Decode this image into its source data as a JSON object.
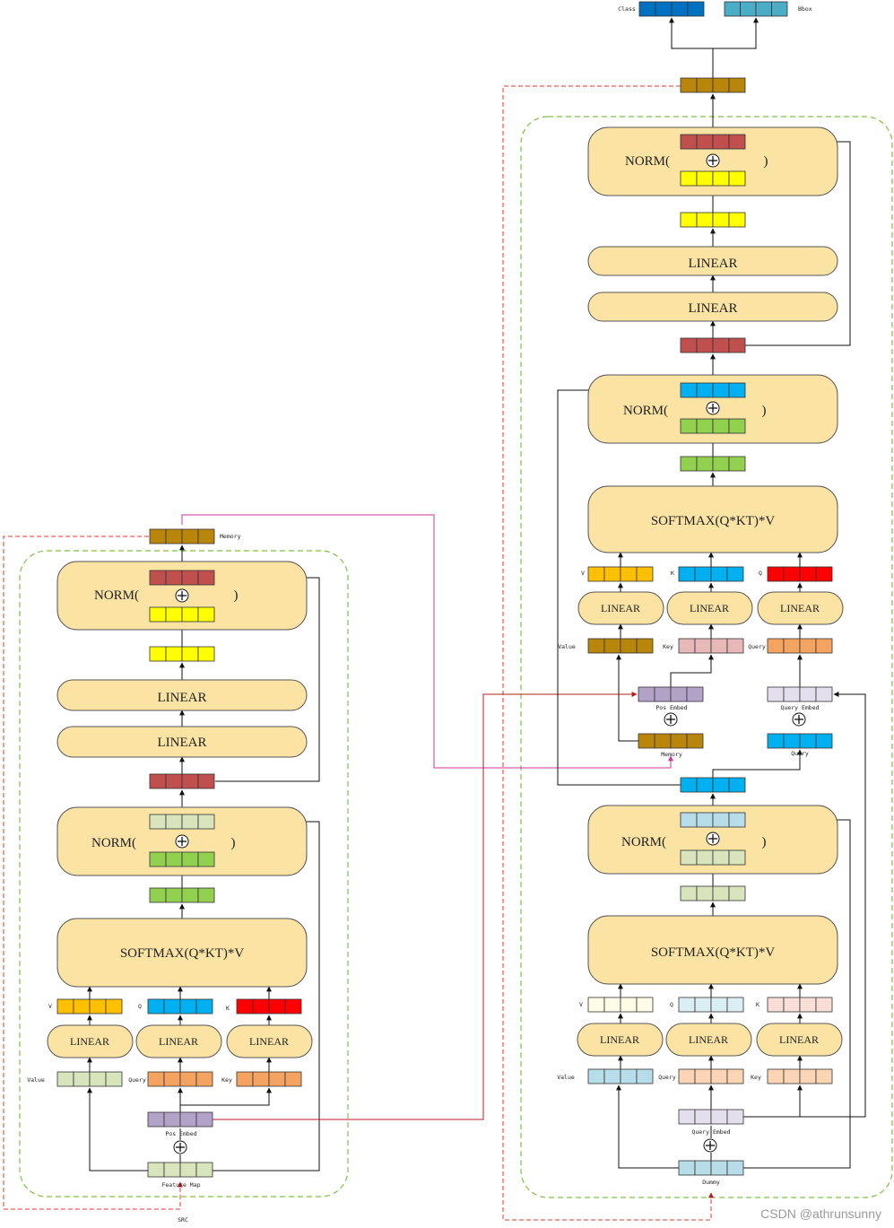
{
  "labels": {
    "norm": "NORM(",
    "norm_close": ")",
    "linear": "LINEAR",
    "softmax": "SOFTMAX(Q*KT)*V",
    "v": "V",
    "q": "Q",
    "k": "K",
    "value": "Value",
    "query": "Query",
    "key": "Key",
    "pos_embed": "Pos Embed",
    "query_embed": "Query Embed",
    "feature_map": "Feature Map",
    "src": "SRC",
    "memory": "Memory",
    "dummy": "Dummy",
    "class": "Class",
    "bbox": "Bbox"
  },
  "watermark": "CSDN @athrunsunny",
  "colors": {
    "block_fill": "#fbe3a4",
    "block_stroke": "#555555",
    "dashed_green": "#7dc242",
    "dashed_red": "#e53935",
    "magenta": "#cc3399",
    "darkred": "#b71c1c",
    "gold": "#b8860b",
    "brick": "#c0504d",
    "yellow": "#ffff00",
    "light_green": "#d8e4bc",
    "green": "#92d050",
    "orange_v": "#ffc000",
    "blue_q": "#00b0f0",
    "red_k": "#ff0000",
    "salmon": "#f4a460",
    "purple": "#b3a2c7",
    "light_blue": "#b7dde8",
    "light_yellow": "#fffde7",
    "pale_blue": "#dbeef4",
    "pale_pink": "#f8ded6",
    "peach": "#fcd5b4",
    "lavender": "#e4dfec",
    "pink": "#e6b9b8",
    "class_blue": "#0070c0",
    "bbox_teal": "#4bacc6"
  }
}
